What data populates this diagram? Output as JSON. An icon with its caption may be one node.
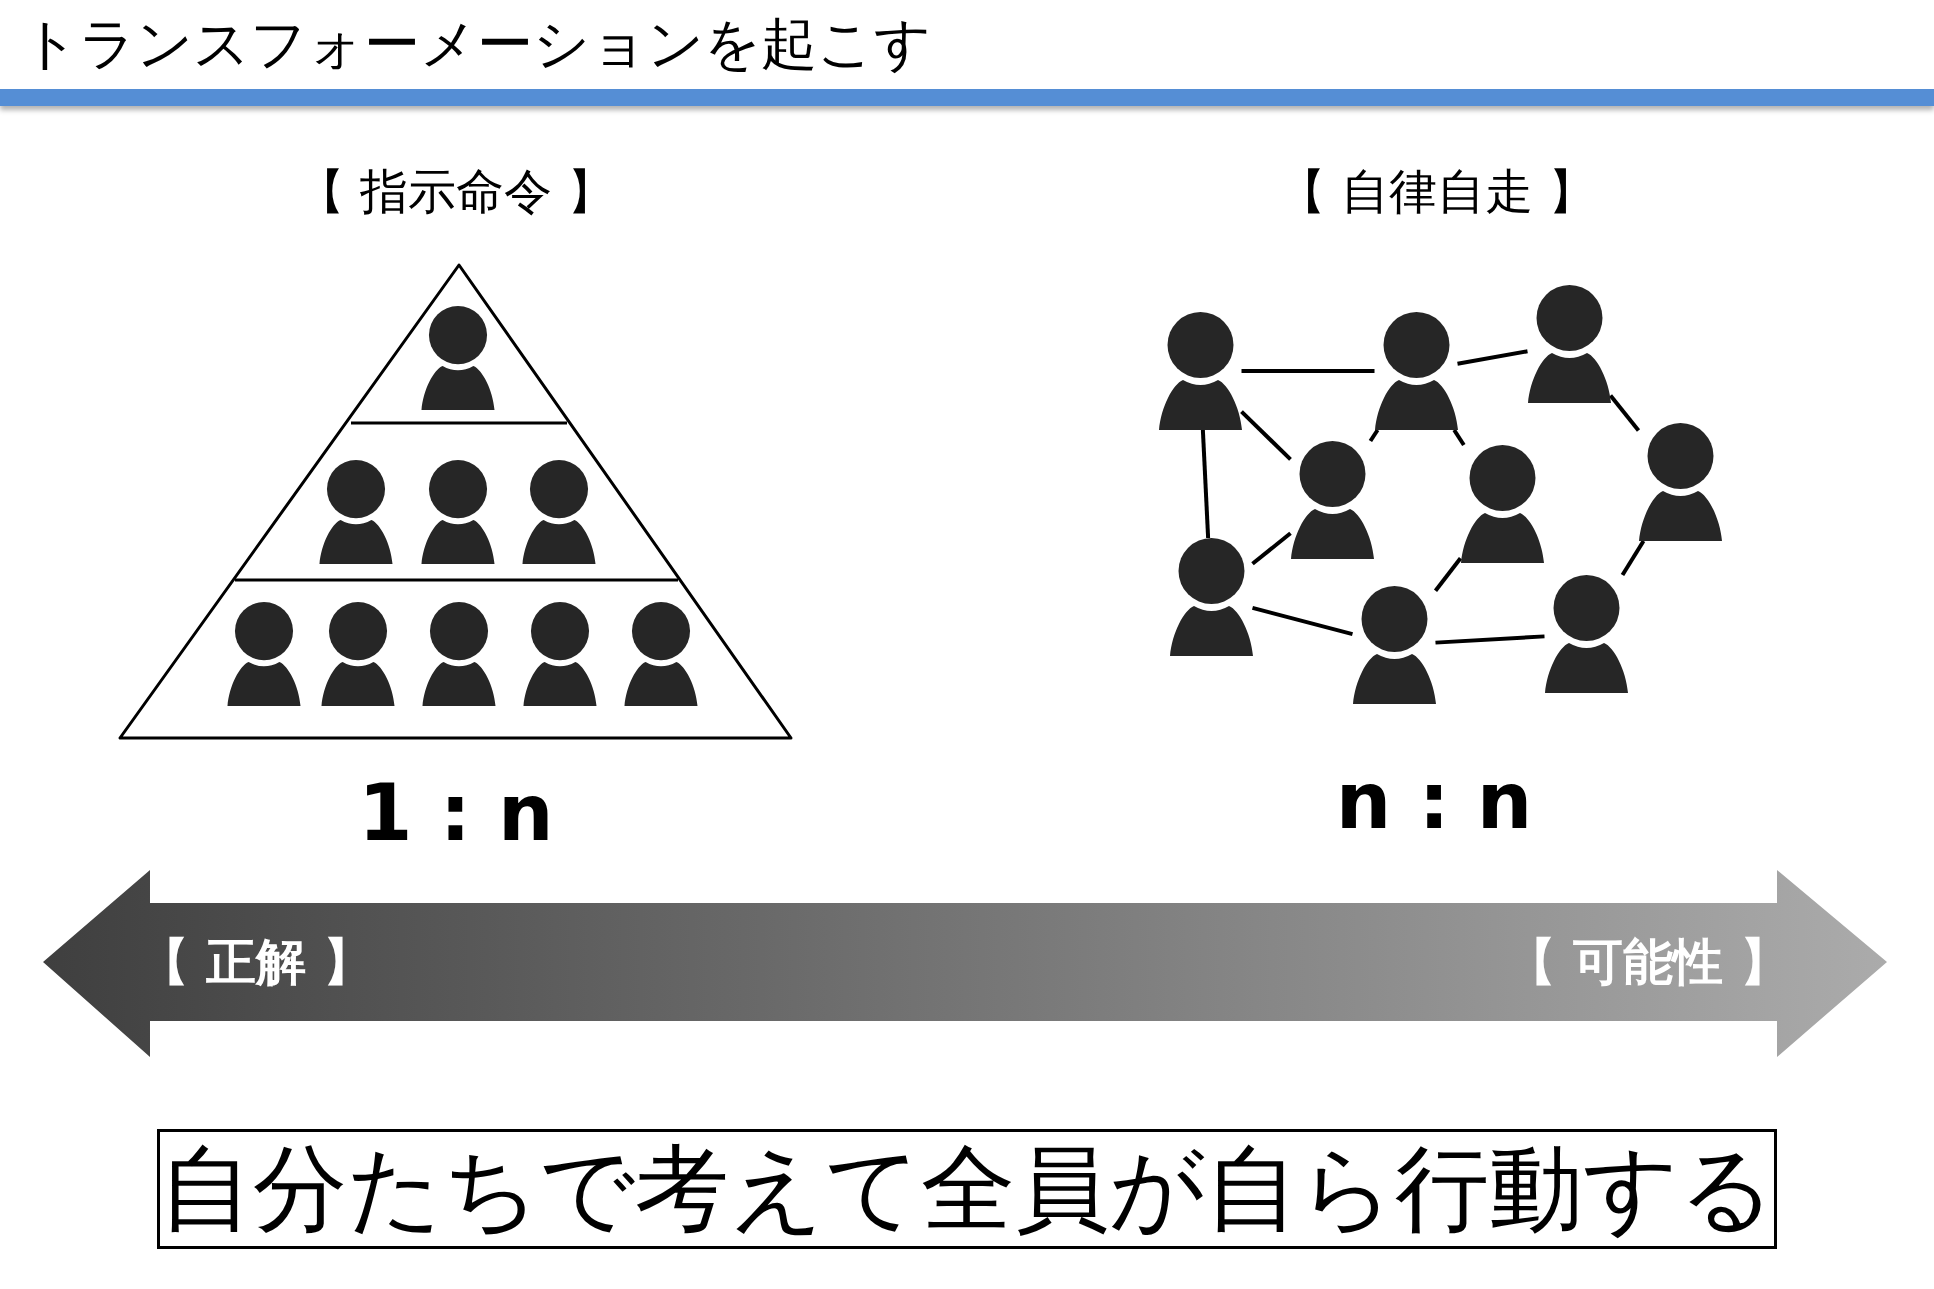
{
  "diagram": {
    "title": "トランスフォーメーションを起こす",
    "nodes": [
      {
        "text": [],
        "shape": "person"
      },
      {
        "text": [],
        "shape": "person"
      },
      {
        "text": [],
        "shape": "person"
      },
      {
        "text": [],
        "shape": "person"
      },
      {
        "text": [],
        "shape": "person"
      },
      {
        "text": [],
        "shape": "person"
      },
      {
        "text": [],
        "shape": "person"
      },
      {
        "text": [],
        "shape": "person"
      },
      {
        "text": [],
        "shape": "person"
      },
      {
        "text": [
          "自分たちで考えて全員が自ら行動する"
        ]
      }
    ],
    "edges": [
      {
        "from": 0,
        "to": 1,
        "arrow": "none"
      },
      {
        "from": 1,
        "to": 2,
        "arrow": "none"
      },
      {
        "from": 0,
        "to": 6,
        "arrow": "none"
      },
      {
        "from": 0,
        "to": 3,
        "arrow": "none"
      },
      {
        "from": 1,
        "to": 3,
        "arrow": "none"
      },
      {
        "from": 1,
        "to": 4,
        "arrow": "none"
      },
      {
        "from": 2,
        "to": 5,
        "arrow": "none"
      },
      {
        "from": 3,
        "to": 6,
        "arrow": "none"
      },
      {
        "from": 4,
        "to": 7,
        "arrow": "none"
      },
      {
        "from": 5,
        "to": 8,
        "arrow": "none"
      },
      {
        "from": 6,
        "to": 7,
        "arrow": "none"
      },
      {
        "from": 7,
        "to": 8,
        "arrow": "none"
      }
    ],
    "labels": [
      "【 指示命令 】",
      "【 自律自走 】",
      "1 : n",
      "n : n",
      "【 正解 】",
      "【 可能性 】"
    ]
  }
}
